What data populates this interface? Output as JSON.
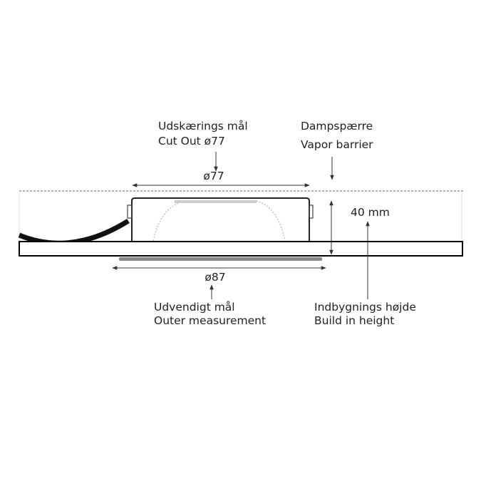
{
  "cutout": {
    "line1": "Udskærings mål",
    "line2": "Cut Out ø77",
    "dim": "ø77"
  },
  "vapor": {
    "line1": "Dampspærre",
    "line2": "Vapor barrier"
  },
  "height": {
    "dim": "40 mm",
    "line1": "Indbygnings højde",
    "line2": "Build in height"
  },
  "outer": {
    "dim": "ø87",
    "line1": "Udvendigt mål",
    "line2": "Outer measurement"
  }
}
